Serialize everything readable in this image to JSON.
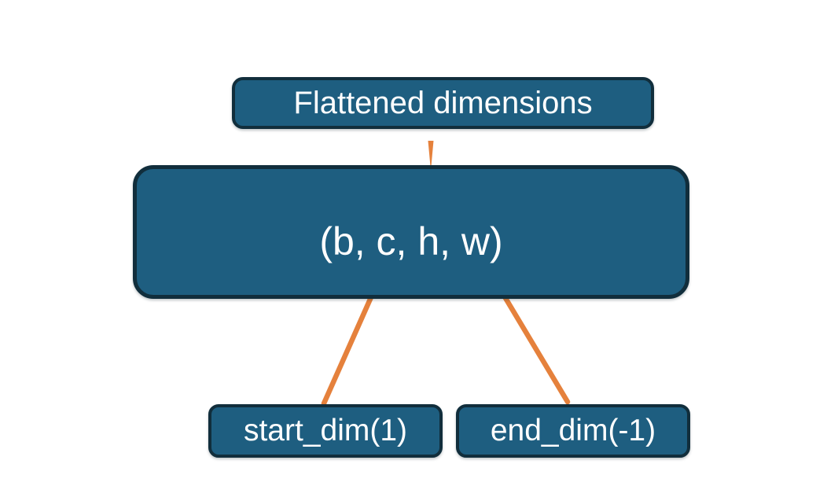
{
  "nodes": {
    "flattened": {
      "label": "Flattened dimensions"
    },
    "tensor": {
      "label": "(b, c, h, w)"
    },
    "start_dim": {
      "label": "start_dim(1)"
    },
    "end_dim": {
      "label": "end_dim(-1)"
    }
  },
  "colors": {
    "box_fill": "#1e5e80",
    "box_border": "#112e3c",
    "accent": "#e5813c",
    "text": "#ffffff",
    "background": "#ffffff"
  }
}
